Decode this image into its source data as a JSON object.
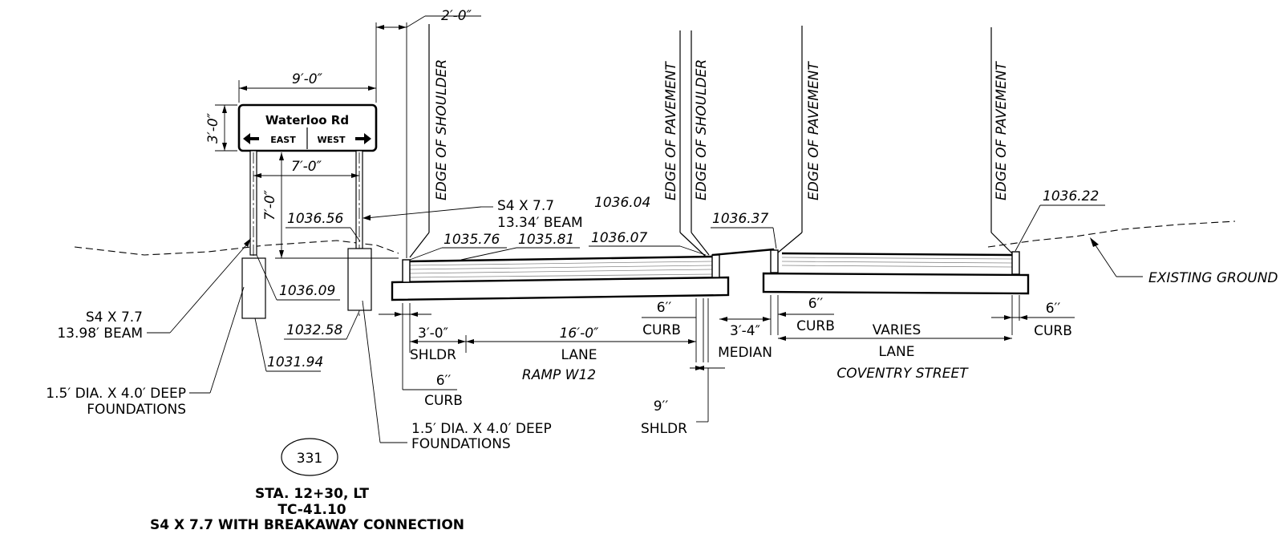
{
  "sign": {
    "legend": "Waterloo Rd",
    "left_dir": "EAST",
    "right_dir": "WEST"
  },
  "dims": {
    "sign_width": "9′-0″",
    "sign_height": "3′-0″",
    "post_spacing": "7′-0″",
    "post_height": "7′-0″",
    "offset": "2′-0″",
    "shldr_width": "3′-0″",
    "lane_width": "16′-0″",
    "curb_6_a": "6′′",
    "median_width": "3′-4″",
    "curb_6_b": "6′′",
    "lane_varies": "VARIES",
    "curb_6_c": "6′′",
    "curb_6_d": "6′′",
    "shldr_9": "9′′"
  },
  "labels": {
    "edge_shoulder_1": "EDGE OF SHOULDER",
    "edge_pavement_1": "EDGE OF PAVEMENT",
    "edge_shoulder_2": "EDGE OF SHOULDER",
    "edge_pavement_2": "EDGE OF PAVEMENT",
    "edge_pavement_3": "EDGE OF PAVEMENT",
    "beam_right_1": "S4 X 7.7",
    "beam_right_2": "13.34′ BEAM",
    "beam_left_1": "S4 X 7.7",
    "beam_left_2": "13.98′ BEAM",
    "found_left_1": "1.5′ DIA. X 4.0′ DEEP",
    "found_left_2": "FOUNDATIONS",
    "found_right_1": "1.5′ DIA. X 4.0′ DEEP",
    "found_right_2": "FOUNDATIONS",
    "existing_ground": "EXISTING GROUND",
    "curb": "CURB",
    "shldr": "SHLDR",
    "lane": "LANE",
    "median": "MEDIAN",
    "ramp": "RAMP W12",
    "coventry": "COVENTRY STREET",
    "curb_below": "CURB",
    "curb_right": "CURB",
    "curb_coventry": "CURB",
    "lane_coventry": "LANE",
    "shldr_below": "SHLDR"
  },
  "elevations": {
    "e1": "1036.56",
    "e2": "1036.09",
    "e3": "1032.58",
    "e4": "1031.94",
    "e5": "1035.76",
    "e6": "1035.81",
    "e7": "1036.04",
    "e8": "1036.07",
    "e9": "1036.37",
    "e10": "1036.22"
  },
  "title_block": {
    "sign_number": "331",
    "station": "STA. 12+30, LT",
    "detail": "TC-41.10",
    "connection": "S4 X 7.7 WITH BREAKAWAY CONNECTION"
  }
}
